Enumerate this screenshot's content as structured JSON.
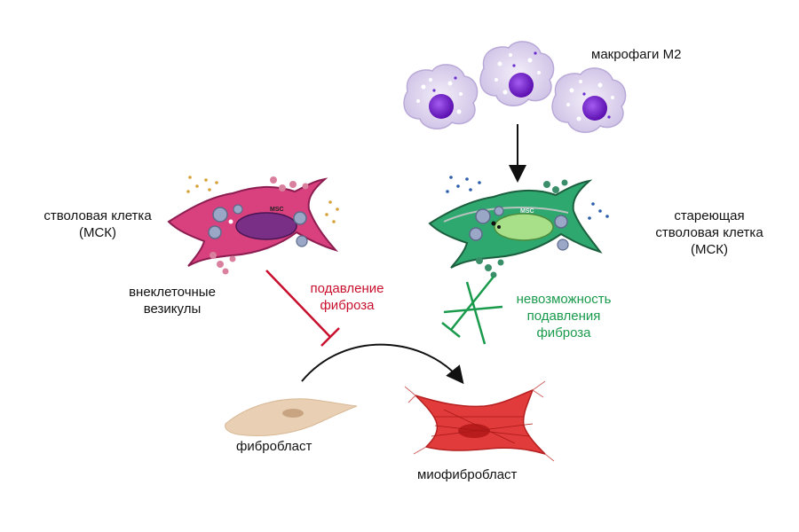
{
  "labels": {
    "msc": [
      "стволовая клетка",
      "(МСК)"
    ],
    "vesicles": [
      "внеклеточные",
      "везикулы"
    ],
    "suppression": [
      "подавление",
      "фиброза"
    ],
    "macrophages": "макрофаги М2",
    "senescent": [
      "стареющая",
      "стволовая клетка",
      "(МСК)"
    ],
    "no_suppression": [
      "невозможность",
      "подавления",
      "фиброза"
    ],
    "fibroblast": "фибробласт",
    "myofibroblast": "миофибробласт"
  },
  "cell_tags": {
    "msc": "MSC",
    "senescent_msc": "MSC"
  },
  "colors": {
    "msc_body": "#d8407e",
    "msc_nucleus": "#7a2f86",
    "senescent_body": "#2fa870",
    "senescent_nucleus": "#a8e08a",
    "macrophage_body": "#ddd3ec",
    "macrophage_nucleus": "#7a1fd1",
    "inhibit_red": "#c8102e",
    "inhibit_green": "#1a9a4c",
    "fibroblast": "#e9cfb3",
    "myofibroblast": "#e23b3b"
  }
}
